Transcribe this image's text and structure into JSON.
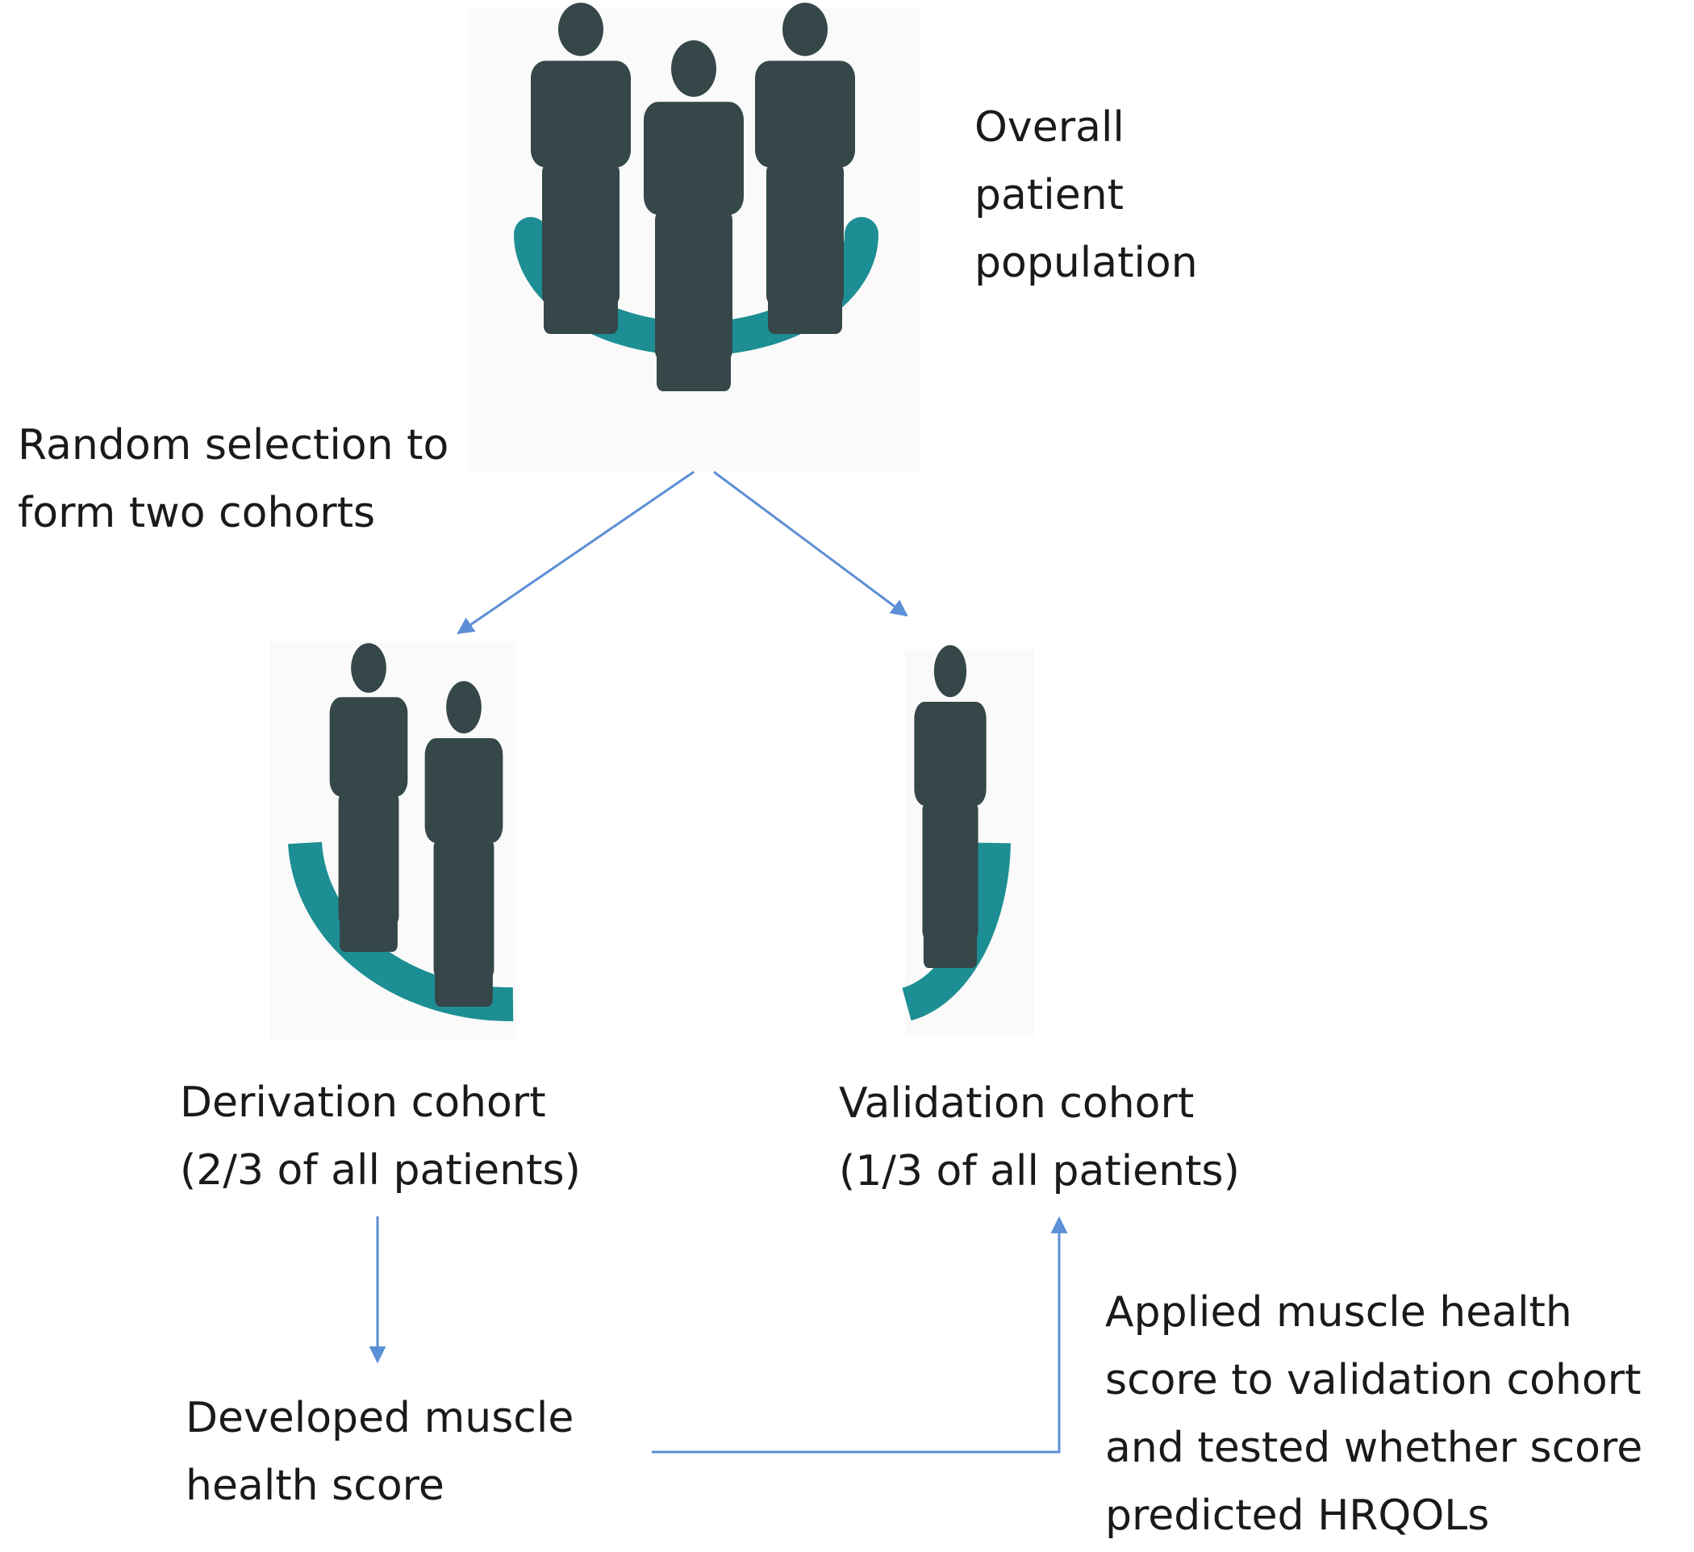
{
  "nodes": {
    "overall": {
      "lines": [
        "Overall",
        "patient",
        "population"
      ]
    },
    "selection": {
      "lines": [
        "Random selection to",
        "form two cohorts"
      ]
    },
    "derivation": {
      "lines": [
        "Derivation cohort",
        "(2/3 of all patients)"
      ]
    },
    "validation": {
      "lines": [
        "Validation cohort",
        "(1/3 of all patients)"
      ]
    },
    "developed": {
      "lines": [
        "Developed muscle",
        "health score"
      ]
    },
    "applied": {
      "lines": [
        "Applied muscle health",
        "score to validation cohort",
        "and tested whether score",
        "predicted HRQOLs"
      ]
    }
  },
  "colors": {
    "figure": "#354748",
    "ring": "#1d8e94",
    "arrow": "#5b8fd6",
    "text": "#1a1a1a"
  },
  "icons": [
    "patient-group-icon",
    "patient-pair-icon",
    "single-patient-icon",
    "arrow-icon"
  ]
}
